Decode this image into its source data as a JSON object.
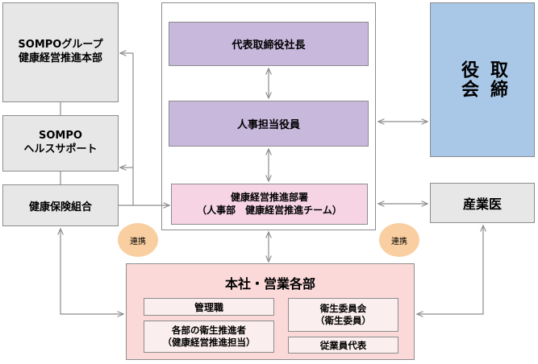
{
  "left": {
    "group_hq": "SOMPOグループ\n健康経営推進本部",
    "health_support": "SOMPO\nヘルスサポート",
    "insurance_union": "健康保険組合"
  },
  "center": {
    "president": "代表取締役社長",
    "hr_officer": "人事担当役員",
    "promotion_dept": "健康経営推進部署\n（人事部　健康経営推進チーム）"
  },
  "right": {
    "board": "取締役会",
    "board_line1": "取締",
    "board_line2": "役会",
    "occupational_physician": "産業医"
  },
  "links": {
    "left_link": "連携",
    "right_link": "連携"
  },
  "bottom": {
    "title": "本社・営業各部",
    "management": "管理職",
    "promoters": "各部の衛生推進者\n（健康経営推進担当）",
    "health_committee": "衛生委員会\n（衛生委員）",
    "employee_rep": "従業員代表"
  }
}
